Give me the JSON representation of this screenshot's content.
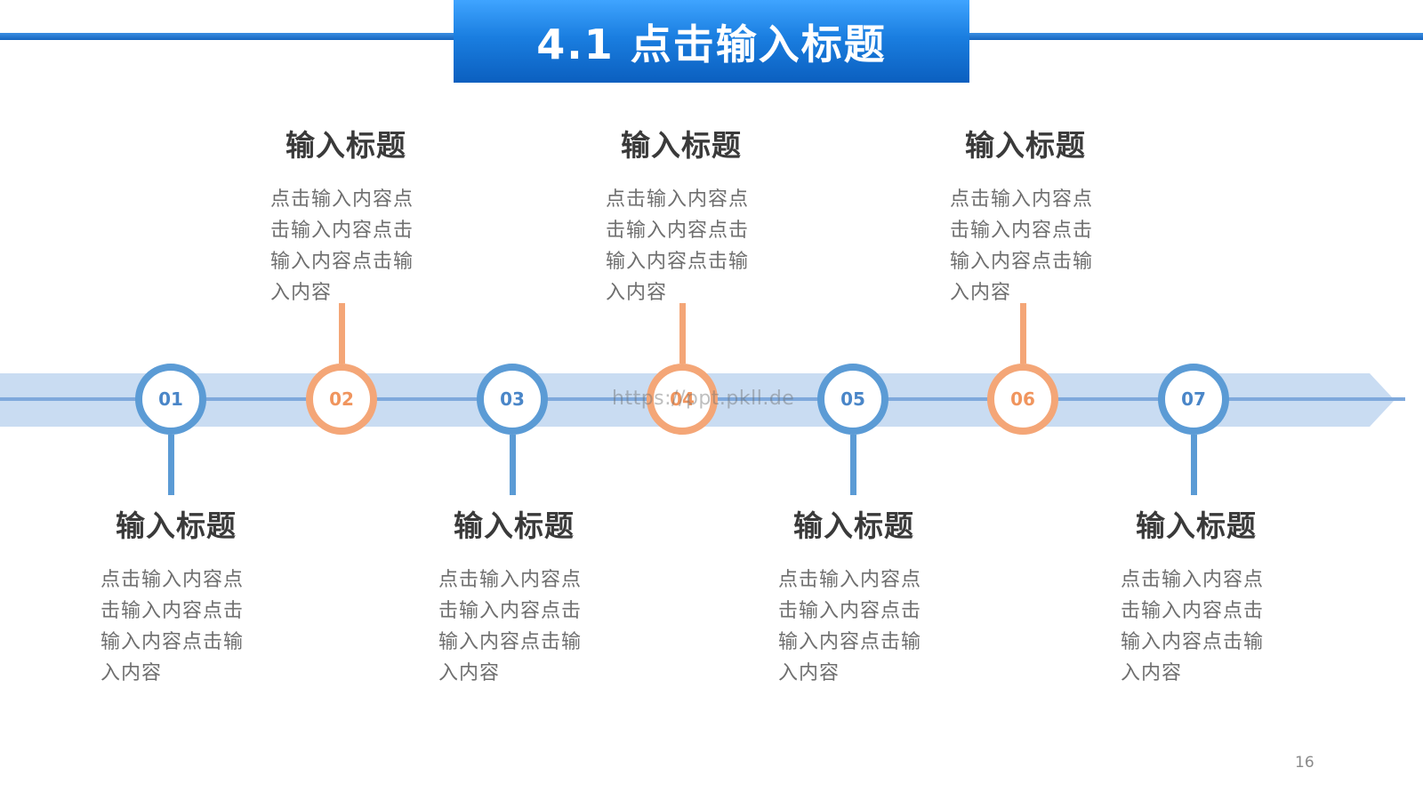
{
  "slide": {
    "title": "4.1 点击输入标题",
    "watermark": "https://ppt.pkll.de",
    "page_number": "16"
  },
  "steps": [
    {
      "num": "01",
      "heading": "输入标题",
      "body": "点击输入内容点击输入内容点击输入内容点击输入内容",
      "color": "#5b9bd5"
    },
    {
      "num": "02",
      "heading": "输入标题",
      "body": "点击输入内容点击输入内容点击输入内容点击输入内容",
      "color": "#f4a677"
    },
    {
      "num": "03",
      "heading": "输入标题",
      "body": "点击输入内容点击输入内容点击输入内容点击输入内容",
      "color": "#5b9bd5"
    },
    {
      "num": "04",
      "heading": "输入标题",
      "body": "点击输入内容点击输入内容点击输入内容点击输入内容",
      "color": "#f4a677"
    },
    {
      "num": "05",
      "heading": "输入标题",
      "body": "点击输入内容点击输入内容点击输入内容点击输入内容",
      "color": "#5b9bd5"
    },
    {
      "num": "06",
      "heading": "输入标题",
      "body": "点击输入内容点击输入内容点击输入内容点击输入内容",
      "color": "#f4a677"
    },
    {
      "num": "07",
      "heading": "输入标题",
      "body": "点击输入内容点击输入内容点击输入内容点击输入内容",
      "color": "#5b9bd5"
    }
  ],
  "colors": {
    "accent_blue": "#1a7ee0",
    "timeline_band": "#c9dcf2"
  }
}
